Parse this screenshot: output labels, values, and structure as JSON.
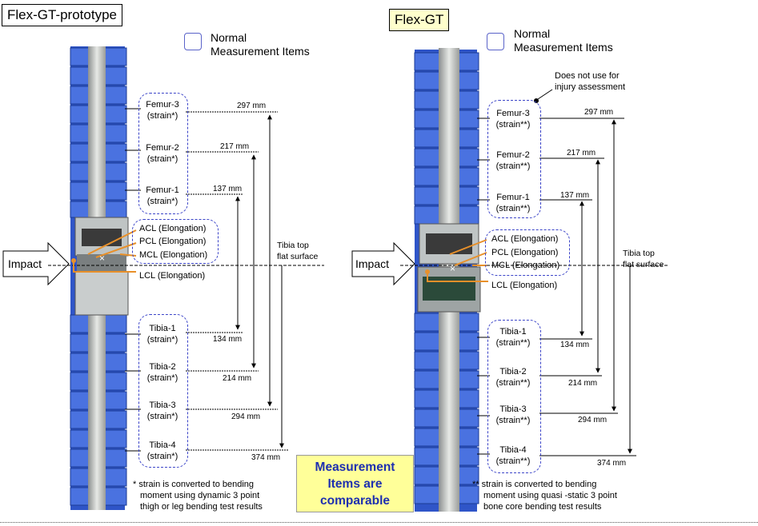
{
  "left": {
    "title": "Flex-GT-prototype",
    "legend": "Normal\nMeasurement Items",
    "legend_line1": "Normal",
    "legend_line2": "Measurement Items",
    "femur": [
      {
        "name": "Femur-3",
        "type": "(strain*)",
        "dim": "297 mm"
      },
      {
        "name": "Femur-2",
        "type": "(strain*)",
        "dim": "217 mm"
      },
      {
        "name": "Femur-1",
        "type": "(strain*)",
        "dim": "137 mm"
      }
    ],
    "ligaments": [
      "ACL (Elongation)",
      "PCL (Elongation)",
      "MCL (Elongation)"
    ],
    "lcl": "LCL (Elongation)",
    "tibia": [
      {
        "name": "Tibia-1",
        "type": "(strain*)",
        "dim": "134 mm"
      },
      {
        "name": "Tibia-2",
        "type": "(strain*)",
        "dim": "214 mm"
      },
      {
        "name": "Tibia-3",
        "type": "(strain*)",
        "dim": "294 mm"
      },
      {
        "name": "Tibia-4",
        "type": "(strain*)",
        "dim": "374 mm"
      }
    ],
    "tibia_top": "Tibia top\nflat surface",
    "tibia_top_1": "Tibia top",
    "tibia_top_2": "flat surface",
    "impact": "Impact",
    "note_1": "* strain is converted to bending",
    "note_2": "moment using dynamic 3 point",
    "note_3": "thigh or leg bending test results"
  },
  "right": {
    "title": "Flex-GT",
    "legend_line1": "Normal",
    "legend_line2": "Measurement Items",
    "callout_1": "Does not use for",
    "callout_2": "injury assessment",
    "femur": [
      {
        "name": "Femur-3",
        "type": "(strain**)",
        "dim": "297 mm"
      },
      {
        "name": "Femur-2",
        "type": "(strain**)",
        "dim": "217 mm"
      },
      {
        "name": "Femur-1",
        "type": "(strain**)",
        "dim": "137 mm"
      }
    ],
    "ligaments": [
      "ACL (Elongation)",
      "PCL (Elongation)",
      "MCL (Elongation)"
    ],
    "lcl": "LCL (Elongation)",
    "tibia": [
      {
        "name": "Tibia-1",
        "type": "(strain**)",
        "dim": "134 mm"
      },
      {
        "name": "Tibia-2",
        "type": "(strain**)",
        "dim": "214 mm"
      },
      {
        "name": "Tibia-3",
        "type": "(strain**)",
        "dim": "294 mm"
      },
      {
        "name": "Tibia-4",
        "type": "(strain**)",
        "dim": "374 mm"
      }
    ],
    "tibia_top_1": "Tibia top",
    "tibia_top_2": "flat surface",
    "impact": "Impact",
    "note_1": "** strain is converted to bending",
    "note_2": "moment using quasi -static 3 point",
    "note_3": "bone core bending test results"
  },
  "center": {
    "line1": "Measurement",
    "line2": "Items are",
    "line3": "comparable"
  },
  "colors": {
    "title_right_bg": "#ffffcc",
    "box_border": "#3b44c8",
    "orange": "#e8902a",
    "blue_block": "#3a5fcf",
    "center_bg": "#ffff99",
    "center_text": "#1e2fb0"
  }
}
